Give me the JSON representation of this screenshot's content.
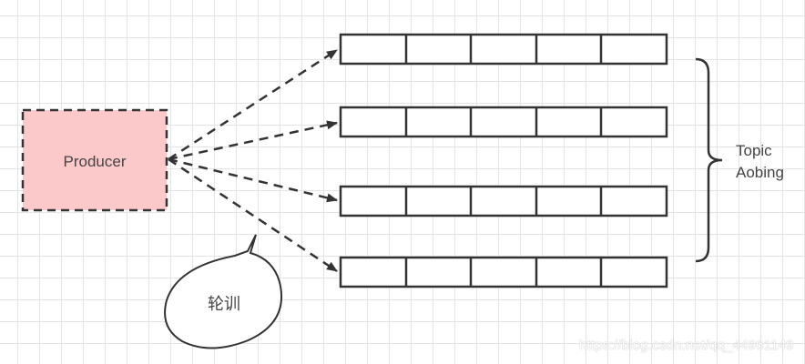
{
  "producer": {
    "label": "Producer",
    "fill": "#fcc9cb",
    "stroke": "#333333"
  },
  "topic": {
    "line1": "Topic",
    "line2": "Aobing"
  },
  "queues": [
    {
      "id": "queue-1",
      "cells": 5
    },
    {
      "id": "queue-2",
      "cells": 5
    },
    {
      "id": "queue-3",
      "cells": 5
    },
    {
      "id": "queue-4",
      "cells": 5
    }
  ],
  "callout": {
    "label": "轮训"
  },
  "watermark": "https://blog.csdn.net/qq_44961149",
  "colors": {
    "line": "#333333",
    "grid": "#e4e4e4",
    "text": "#444444"
  }
}
